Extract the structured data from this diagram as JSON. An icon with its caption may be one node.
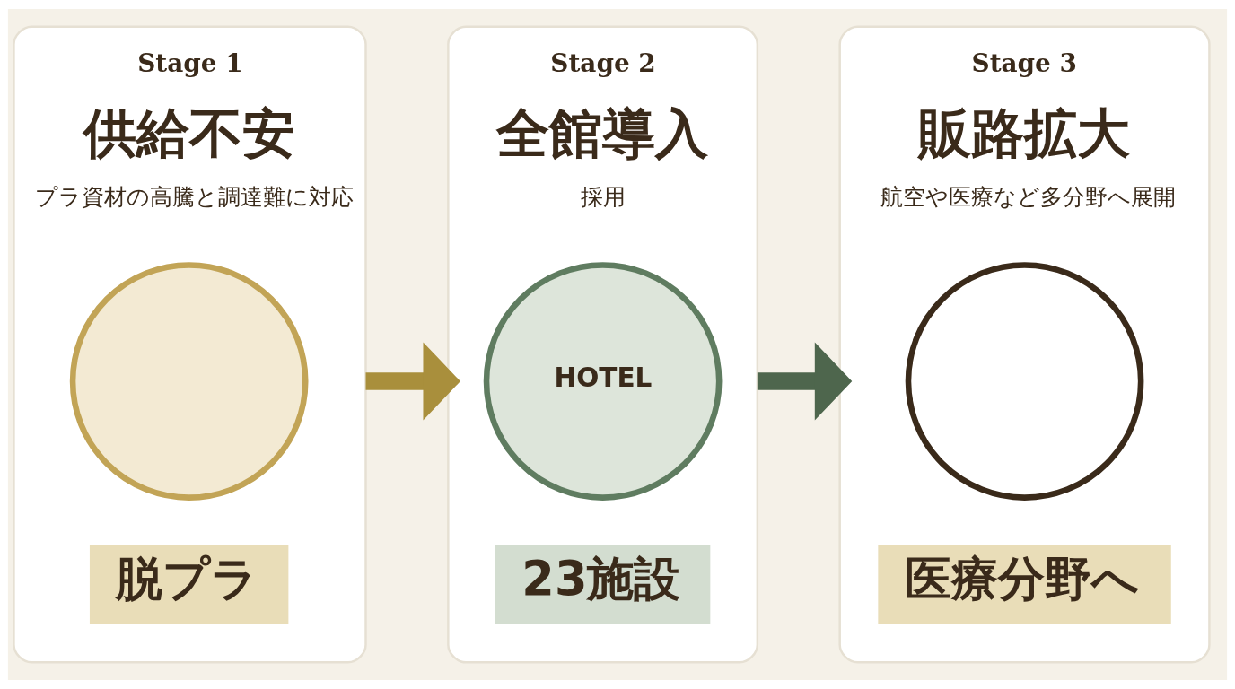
{
  "diagram": {
    "nodes": [
      {
        "text": [
          "Stage 1",
          "供給不安",
          "プラ資材の高騰と調達難に対応"
        ]
      },
      {
        "text": [],
        "shape": "circle",
        "in": 0
      },
      {
        "text": [
          "脱プラ"
        ],
        "in": 0
      },
      {
        "text": [
          "Stage 2",
          "全館導入",
          "採用"
        ]
      },
      {
        "text": [
          "HOTEL"
        ],
        "in": 3
      },
      {
        "text": [
          "23施設"
        ],
        "in": 3
      },
      {
        "text": [
          "Stage 3",
          "販路拡大",
          "航空や医療など多分野へ展開"
        ]
      },
      {
        "text": [],
        "shape": "circle",
        "in": 6
      },
      {
        "text": [
          "医療分野へ"
        ],
        "in": 6
      }
    ],
    "edges": [
      {
        "from": 0,
        "to": 3,
        "arrow": "to",
        "color": "#a98f3c"
      },
      {
        "from": 3,
        "to": 6,
        "arrow": "to",
        "color": "#4e664d"
      }
    ]
  }
}
